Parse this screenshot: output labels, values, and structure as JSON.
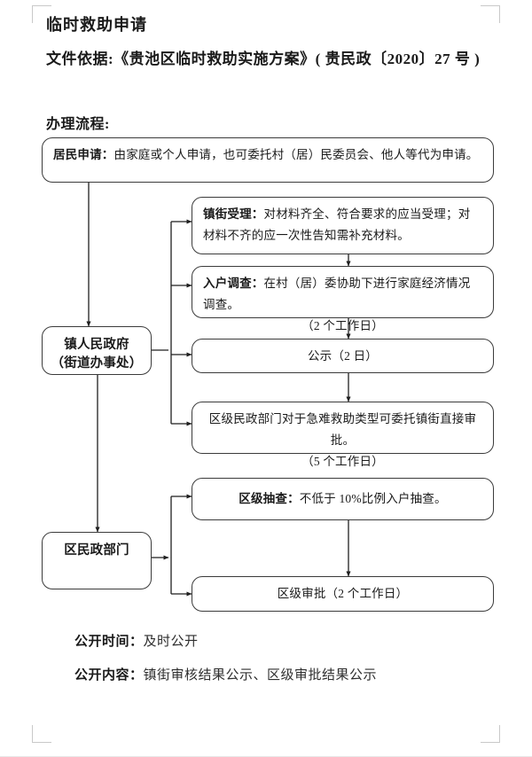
{
  "document": {
    "title": "临时救助申请",
    "basis_label": "文件依据:",
    "basis_value": "《贵池区临时救助实施方案》( 贵民政〔2020〕27 号 )",
    "basis_full": "文件依据:《贵池区临时救助实施方案》( 贵民政〔2020〕27 号 )",
    "process_label": "办理流程:"
  },
  "flow": {
    "resident_application": {
      "name": "居民申请",
      "prefix": "居民申请：",
      "body": "由家庭或个人申请，也可委托村（居）民委员会、他人等代为申请。",
      "full": "居民申请：由家庭或个人申请，也可委托村（居）民委员会、他人等代为申请。"
    },
    "town_government": {
      "line1": "镇人民政府",
      "line2": "（街道办事处）",
      "full": "镇人民政府（街道办事处）"
    },
    "district_civil_affairs": {
      "full": "区民政部门"
    },
    "town_accept": {
      "prefix": "镇街受理：",
      "body": "对材料齐全、符合要求的应当受理；对材料不齐的应一次性告知需补充材料。",
      "full": "镇街受理：对材料齐全、符合要求的应当受理；对材料不齐的应一次性告知需补充材料。"
    },
    "home_survey": {
      "prefix": "入户调查：",
      "body": "在村（居）委协助下进行家庭经济情况调查。",
      "note": "（2 个工作日）",
      "full": "入户调查：在村（居）委协助下进行家庭经济情况调查。（2 个工作日）"
    },
    "publicity": {
      "full": "公示（2 日）"
    },
    "urgent_delegation": {
      "body": "区级民政部门对于急难救助类型可委托镇街直接审批。",
      "note": "（5 个工作日）",
      "full": "区级民政部门对于急难救助类型可委托镇街直接审批。（5 个工作日）"
    },
    "district_spot_check": {
      "prefix": "区级抽查：",
      "body": "不低于 10%比例入户抽查。",
      "full": "区级抽查：不低于 10%比例入户抽查。"
    },
    "district_approval": {
      "full": "区级审批（2 个工作日）"
    }
  },
  "disclosure": {
    "time_label": "公开时间：",
    "time_value": "及时公开",
    "content_label": "公开内容：",
    "content_value": "镇街审核结果公示、区级审批结果公示"
  },
  "style_colors": {
    "box_border": "#3b3b3b",
    "wire": "#1f1f1f",
    "crop_mark": "#c9c9c9",
    "page_background": "#ffffff",
    "text": "#1a1a1a"
  }
}
